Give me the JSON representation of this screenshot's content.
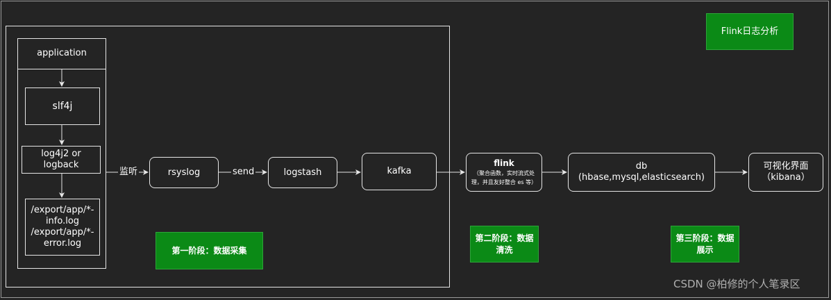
{
  "nodes": {
    "application": "application",
    "slf4j": "slf4j",
    "log4j2": "log4j2 or logback",
    "logfiles_line1": "/export/app/*-",
    "logfiles_line2": "info.log",
    "logfiles_line3": "/export/app/*-",
    "logfiles_line4": "error.log",
    "rsyslog": "rsyslog",
    "logstash": "logstash",
    "kafka": "kafka",
    "flink_title": "flink",
    "flink_sub": "（聚合函数，实时流式处理，并且友好整合 es 等）",
    "db_line1": "db",
    "db_line2": "(hbase,mysql,elasticsearch)",
    "viz_line1": "可视化界面",
    "viz_line2": "（kibana）"
  },
  "edges": {
    "monitor": "监听",
    "send": "send"
  },
  "stages": {
    "stage1": "第一阶段：数据采集",
    "stage2_line1": "第二阶段：数据",
    "stage2_line2": "清洗",
    "stage3_line1": "第三阶段：数据",
    "stage3_line2": "展示"
  },
  "legend": "Flink日志分析",
  "watermark": "CSDN @柏修的个人笔录区",
  "colors": {
    "background": "#242424",
    "stage_green": "#0b8a16",
    "line": "#e6e6e6"
  }
}
